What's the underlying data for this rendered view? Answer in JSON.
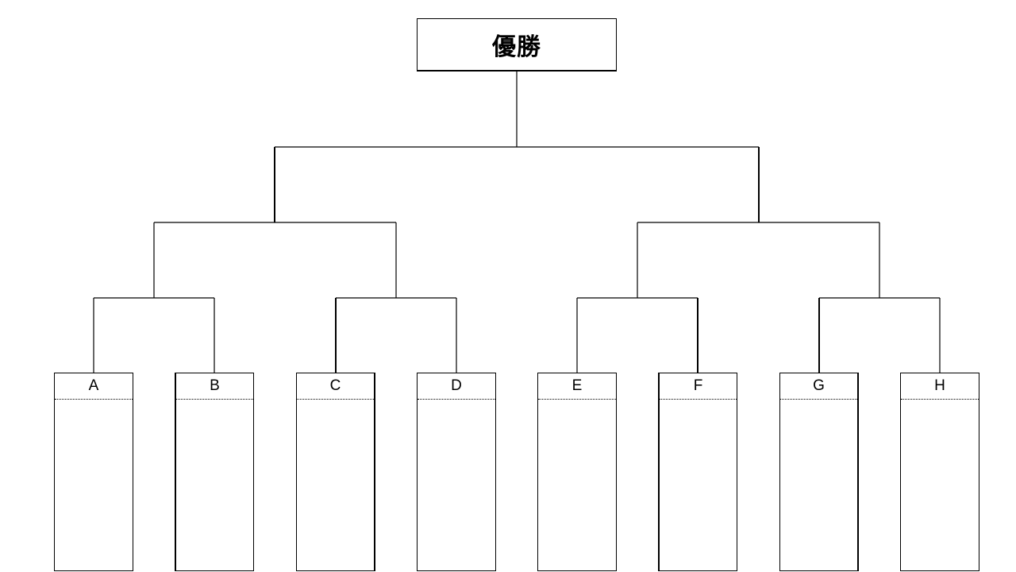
{
  "champion": {
    "label": "優勝"
  },
  "teams": [
    {
      "name": "A"
    },
    {
      "name": "B"
    },
    {
      "name": "C"
    },
    {
      "name": "D"
    },
    {
      "name": "E"
    },
    {
      "name": "F"
    },
    {
      "name": "G"
    },
    {
      "name": "H"
    }
  ]
}
